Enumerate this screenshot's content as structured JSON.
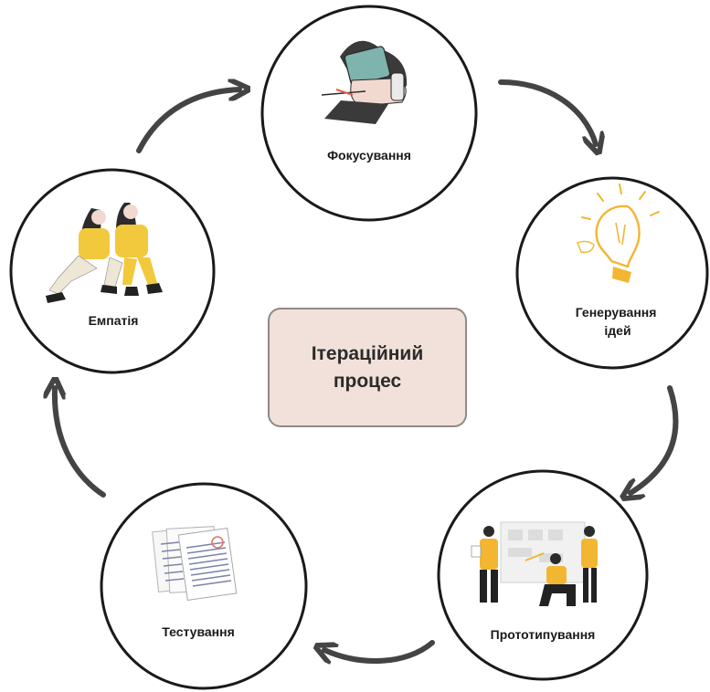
{
  "center": {
    "title": "Ітераційний\nпроцес"
  },
  "stages": [
    {
      "id": "focusing",
      "label": "Фокусування",
      "lines": [
        "Фокусування"
      ]
    },
    {
      "id": "ideation",
      "label": "Генерування ідей",
      "lines": [
        "Генерування",
        "ідей"
      ]
    },
    {
      "id": "prototyping",
      "label": "Прототипування",
      "lines": [
        "Прототипування"
      ]
    },
    {
      "id": "testing",
      "label": "Тестування",
      "lines": [
        "Тестування"
      ]
    },
    {
      "id": "empathy",
      "label": "Емпатія",
      "lines": [
        "Емпатія"
      ]
    }
  ],
  "colors": {
    "accent_yellow": "#f2b632",
    "center_fill": "#f2e1da",
    "circle_stroke": "#1a1a1a",
    "arrow": "#444444"
  },
  "icons": [
    "reading-person-icon",
    "lightbulb-icon",
    "team-board-icon",
    "documents-icon",
    "two-women-icon"
  ]
}
